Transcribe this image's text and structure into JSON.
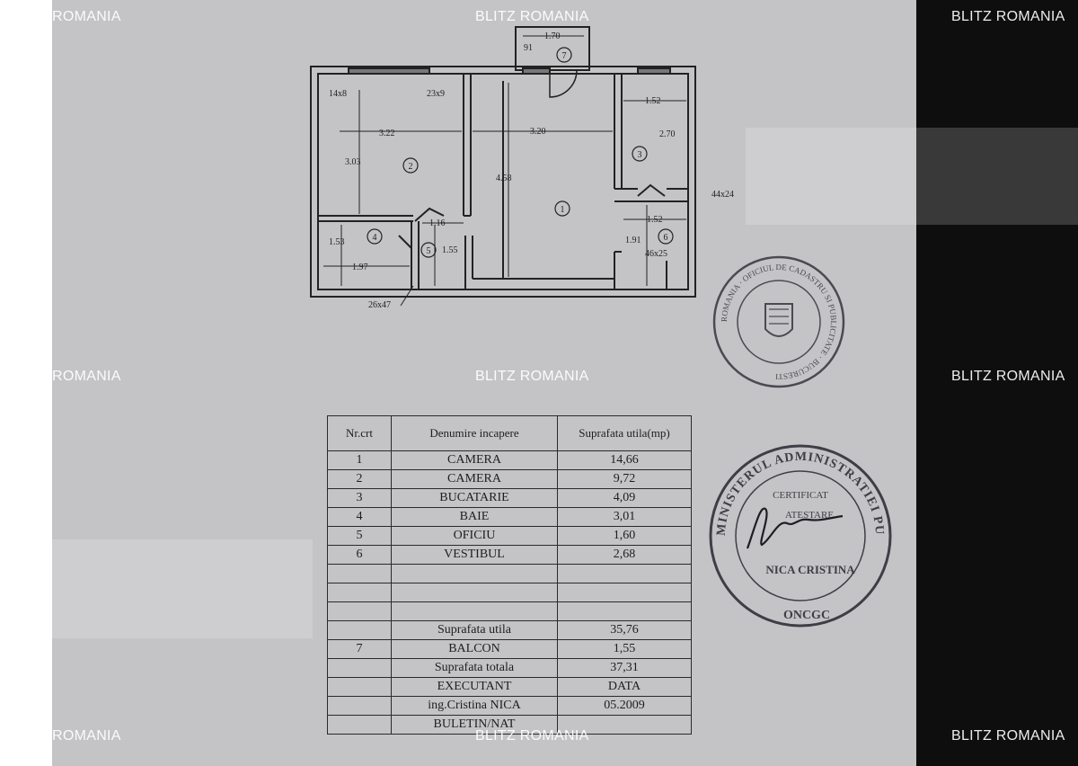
{
  "watermark": {
    "text": "BLITZ ROMANIA",
    "partial_left": "ROMANIA"
  },
  "plan": {
    "room_numbers": [
      "1",
      "2",
      "3",
      "4",
      "5",
      "6",
      "7"
    ],
    "dims": {
      "d_1_70": "1.70",
      "d_91": "91",
      "d_14x8": "14x8",
      "d_23x9": "23x9",
      "d_3_22": "3.22",
      "d_3_20": "3.20",
      "d_1_52a": "1.52",
      "d_2_70": "2.70",
      "d_3_03": "3.03",
      "d_4_58": "4.58",
      "d_44x24": "44x24",
      "d_1_16": "1.16",
      "d_1_52b": "1.52",
      "d_1_53": "1.53",
      "d_1_55": "1.55",
      "d_1_91": "1.91",
      "d_46x25": "46x25",
      "d_1_97": "1.97",
      "d_26x47": "26x47"
    }
  },
  "table": {
    "headers": [
      "Nr.crt",
      "Denumire incapere",
      "Suprafata utila(mp)"
    ],
    "rows": [
      [
        "1",
        "CAMERA",
        "14,66"
      ],
      [
        "2",
        "CAMERA",
        "9,72"
      ],
      [
        "3",
        "BUCATARIE",
        "4,09"
      ],
      [
        "4",
        "BAIE",
        "3,01"
      ],
      [
        "5",
        "OFICIU",
        "1,60"
      ],
      [
        "6",
        "VESTIBUL",
        "2,68"
      ]
    ],
    "suprafata_utila_label": "Suprafata utila",
    "suprafata_utila_value": "35,76",
    "balcon_nr": "7",
    "balcon_label": "BALCON",
    "balcon_value": "1,55",
    "suprafata_totala_label": "Suprafata totala",
    "suprafata_totala_value": "37,31",
    "executant_label": "EXECUTANT",
    "data_label": "DATA",
    "executant_name": "ing.Cristina NICA",
    "data_value": "05.2009",
    "bottom_text": "BULETIN/NAT"
  },
  "stamp_round": {
    "text": "ROMANIA · OFICIUL DE CADASTRU SI PUBLICITATE · BUCURESTI"
  },
  "stamp_big": {
    "ring_text": "MINISTERUL ADMINISTRATIEI PUBLICE",
    "line1": "CERTIFICAT",
    "line2": "ATESTARE",
    "name": "NICA CRISTINA",
    "bottom": "ONCGC"
  },
  "colors": {
    "paper": "#c4c4c6",
    "ink": "#222222",
    "stamp": "#4a4a52",
    "background": "#151515"
  }
}
